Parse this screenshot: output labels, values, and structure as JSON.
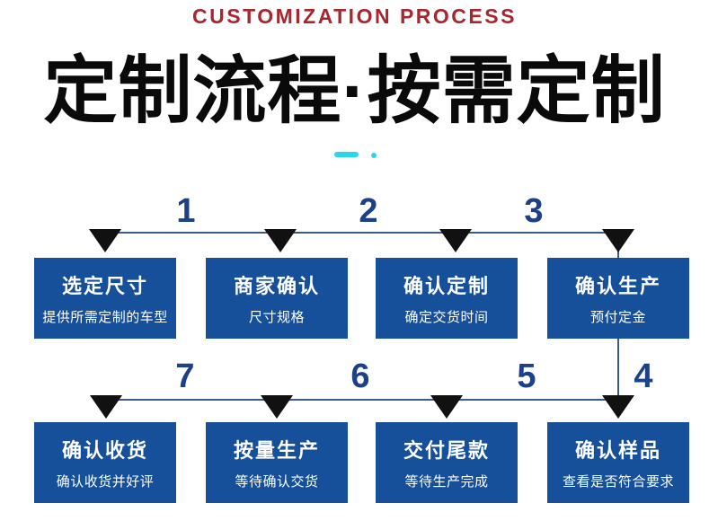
{
  "header": {
    "eyebrow": "CUSTOMIZATION PROCESS",
    "title": "定制流程·按需定制"
  },
  "colors": {
    "box_blue": "#164f9a",
    "connector_blue": "#3a5b8c",
    "number_blue": "#1c4189",
    "accent_cyan": "#29d8e8",
    "eyebrow_red": "#a8262d",
    "arrow_black": "#111111",
    "background": "#ffffff",
    "card_text": "#ffffff"
  },
  "flow": {
    "top_numbers": [
      "1",
      "2",
      "3"
    ],
    "side_number": "4",
    "bottom_numbers": [
      "7",
      "6",
      "5"
    ],
    "top_boxes": [
      {
        "step": 1,
        "title": "选定尺寸",
        "subtitle": "提供所需定制的车型"
      },
      {
        "step": 2,
        "title": "商家确认",
        "subtitle": "尺寸规格"
      },
      {
        "step": 3,
        "title": "确认定制",
        "subtitle": "确定交货时间"
      },
      {
        "step": 4,
        "title": "确认生产",
        "subtitle": "预付定金"
      }
    ],
    "bottom_boxes": [
      {
        "step": 7,
        "title": "确认收货",
        "subtitle": "确认收货并好评"
      },
      {
        "step": 6,
        "title": "按量生产",
        "subtitle": "等待确认交货"
      },
      {
        "step": 5,
        "title": "交付尾款",
        "subtitle": "等待生产完成"
      },
      {
        "step": 4,
        "title": "确认样品",
        "subtitle": "查看是否符合要求"
      }
    ]
  }
}
